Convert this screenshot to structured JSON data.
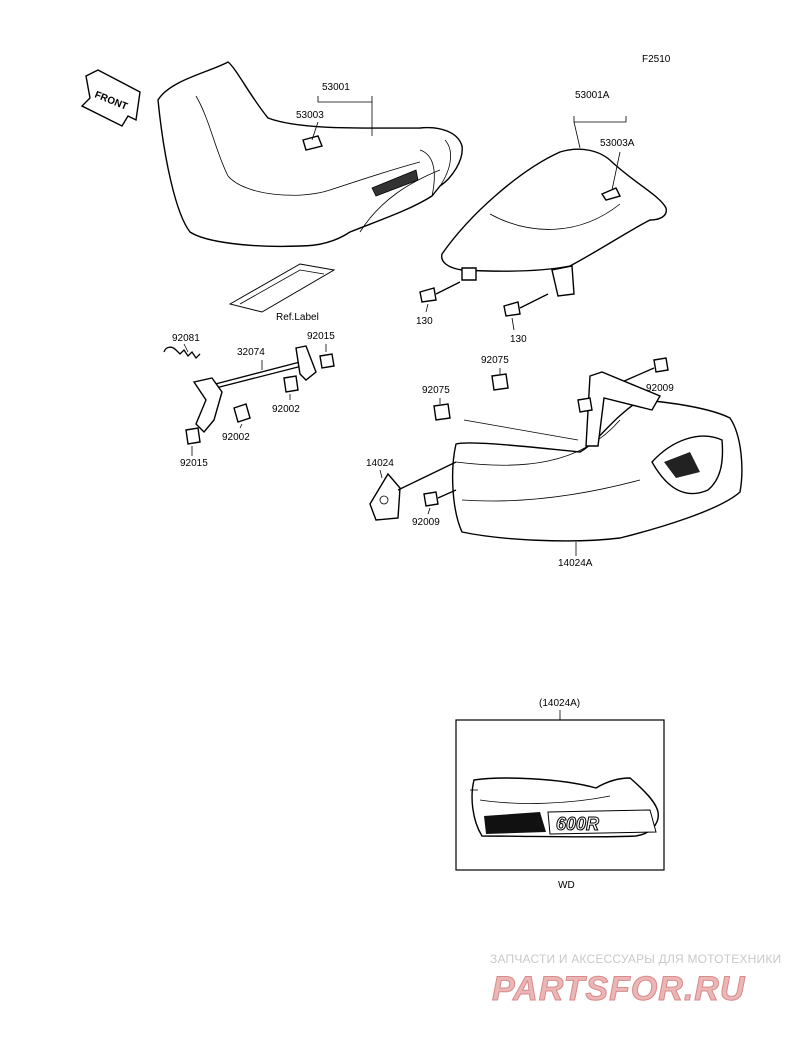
{
  "figure_code": "F2510",
  "front_label": "FRONT",
  "parts": {
    "seat_front_assy": "53001",
    "seat_front_cover": "53003",
    "seat_rear_assy": "53001A",
    "seat_rear_cover": "53003A",
    "ref_label": "Ref.Label",
    "bolt_left": "130",
    "bolt_right": "130",
    "spring": "92081",
    "cable": "32074",
    "nut_top": "92015",
    "damper_center": "92002",
    "damper_lower": "92002",
    "nut_lower": "92015",
    "clip_right": "92075",
    "clip_left": "92075",
    "bolt_cowl_upper": "92009",
    "cowl_bracket": "14024",
    "bolt_cowl_lower": "92009",
    "cowl": "14024A"
  },
  "detail": {
    "title": "(14024A)",
    "model_text": "600R",
    "caption": "WD"
  },
  "watermark": {
    "line1": "ЗАПЧАСТИ И АКСЕССУАРЫ ДЛЯ МОТОТЕХНИКИ",
    "line2": "PARTSFOR.RU"
  }
}
